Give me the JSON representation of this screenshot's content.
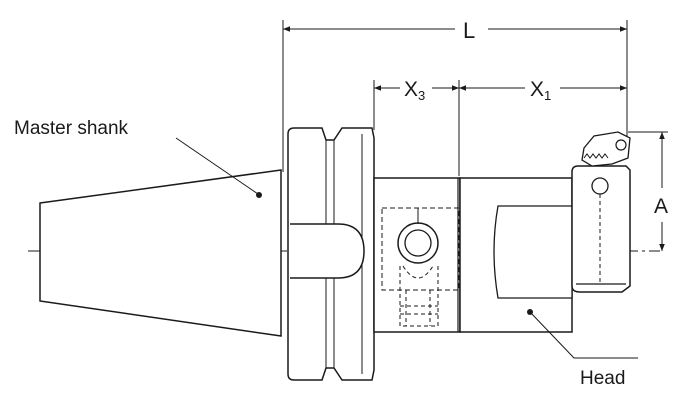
{
  "labels": {
    "master_shank": "Master shank",
    "head": "Head"
  },
  "dimensions": {
    "L": "L",
    "X3_main": "X",
    "X3_sub": "3",
    "X1_main": "X",
    "X1_sub": "1",
    "A": "A"
  },
  "colors": {
    "line": "#1a1a1a",
    "body_fill": "#ffffff"
  }
}
